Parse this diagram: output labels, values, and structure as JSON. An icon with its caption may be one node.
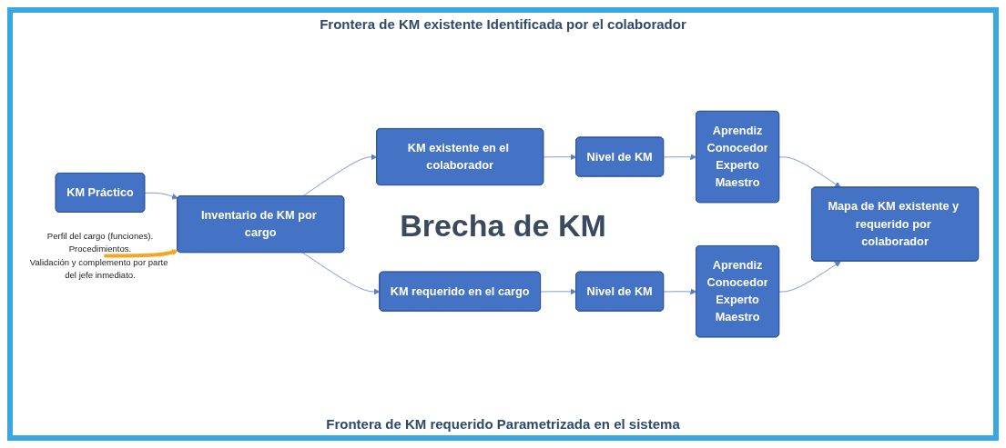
{
  "diagram": {
    "nodes": [
      {
        "text": [
          "KM Práctico"
        ]
      },
      {
        "text": [
          "Inventario de KM por cargo"
        ]
      },
      {
        "text": [
          "Perfil del cargo (funciones).",
          "Procedimientos.",
          "Validación y complemento por parte del jefe inmediato."
        ]
      },
      {
        "text": [
          "KM existente en el colaborador"
        ]
      },
      {
        "text": [
          "Nivel de KM"
        ]
      },
      {
        "text": [
          "Aprendiz",
          "Conocedor",
          "Experto",
          "Maestro"
        ]
      },
      {
        "text": [
          "Mapa de KM existente y requerido por colaborador"
        ]
      },
      {
        "text": [
          "KM requerido en el cargo"
        ]
      },
      {
        "text": [
          "Nivel de KM"
        ]
      },
      {
        "text": [
          "Aprendiz",
          "Conocedor",
          "Experto",
          "Maestro"
        ]
      }
    ],
    "edges": [
      {
        "from": 0,
        "to": 1,
        "arrow": "to"
      },
      {
        "from": 2,
        "to": 1,
        "arrow": "to",
        "style": "thick",
        "color": "#f5a623"
      },
      {
        "from": 1,
        "to": 3,
        "arrow": "to"
      },
      {
        "from": 1,
        "to": 7,
        "arrow": "to"
      },
      {
        "from": 3,
        "to": 4,
        "arrow": "to"
      },
      {
        "from": 4,
        "to": 5,
        "arrow": "to"
      },
      {
        "from": 5,
        "to": 6,
        "arrow": "to"
      },
      {
        "from": 7,
        "to": 8,
        "arrow": "to"
      },
      {
        "from": 8,
        "to": 9,
        "arrow": "to"
      },
      {
        "from": 9,
        "to": 6,
        "arrow": "to"
      }
    ],
    "labels": [
      "Frontera de KM existente Identificada por el colaborador",
      "Brecha de KM",
      "Frontera de KM requerido Parametrizada en el sistema"
    ]
  }
}
